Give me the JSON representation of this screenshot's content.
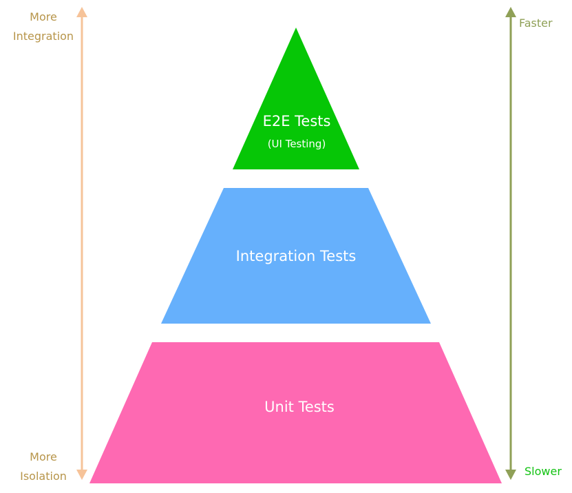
{
  "colors": {
    "e2e": "#06c606",
    "integration": "#66b0fc",
    "unit": "#fe69b2",
    "left_axis": "#f6c399",
    "left_text": "#b7954a",
    "right_axis": "#8fa057",
    "right_text_top": "#8fa057",
    "right_text_bottom": "#11c211"
  },
  "pyramid": {
    "e2e": {
      "title": "E2E Tests",
      "subtitle": "(UI Testing)"
    },
    "integration": {
      "title": "Integration Tests"
    },
    "unit": {
      "title": "Unit Tests"
    }
  },
  "left_axis": {
    "top_label_line1": "More",
    "top_label_line2": "Integration",
    "bottom_label_line1": "More",
    "bottom_label_line2": "Isolation"
  },
  "right_axis": {
    "top_label": "Faster",
    "bottom_label": "Slower"
  }
}
